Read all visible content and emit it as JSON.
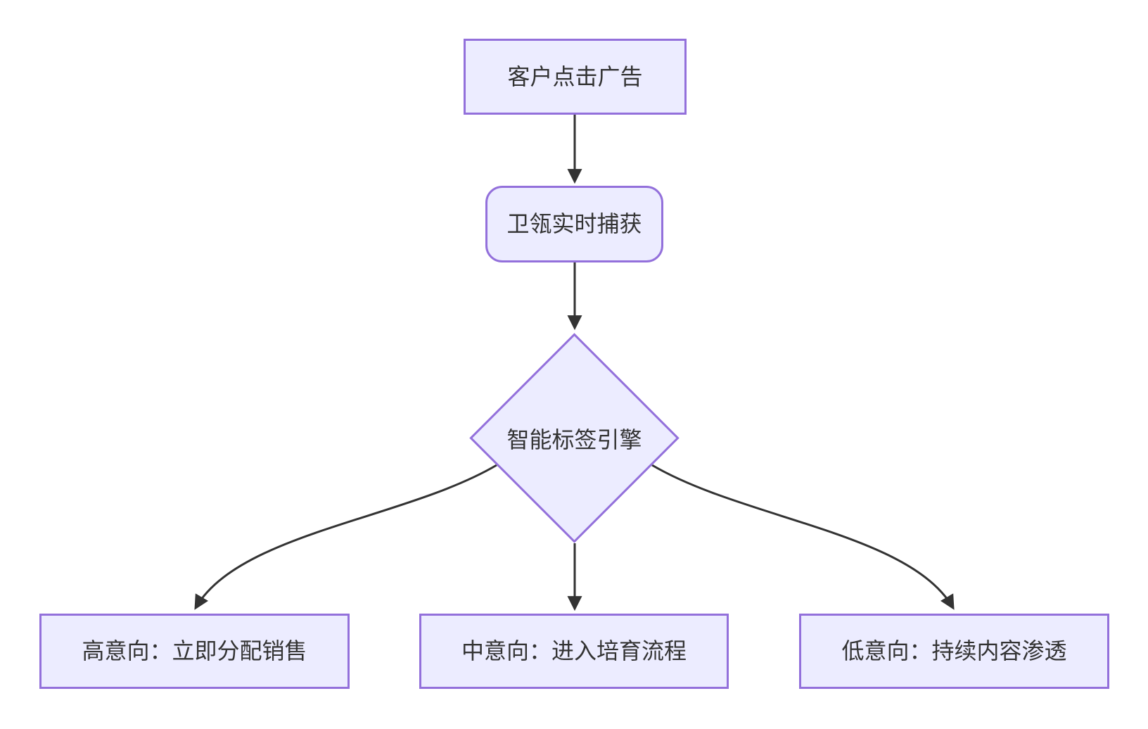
{
  "diagram": {
    "type": "flowchart",
    "direction": "top-down",
    "background_color": "#ffffff",
    "node_fill_color": "#ECECFF",
    "node_border_color": "#9370DB",
    "edge_color": "#333333",
    "text_color": "#333333",
    "nodes": {
      "start": {
        "id": "start",
        "shape": "rectangle",
        "label": "客户点击广告"
      },
      "capture": {
        "id": "capture",
        "shape": "rounded-rectangle",
        "label": "卫瓴实时捕获"
      },
      "engine": {
        "id": "engine",
        "shape": "diamond",
        "label": "智能标签引擎"
      },
      "high": {
        "id": "high",
        "shape": "rectangle",
        "label": "高意向：立即分配销售"
      },
      "mid": {
        "id": "mid",
        "shape": "rectangle",
        "label": "中意向：进入培育流程"
      },
      "low": {
        "id": "low",
        "shape": "rectangle",
        "label": "低意向：持续内容渗透"
      }
    },
    "edges": [
      {
        "from": "start",
        "to": "capture",
        "style": "arrow",
        "label": ""
      },
      {
        "from": "capture",
        "to": "engine",
        "style": "arrow",
        "label": ""
      },
      {
        "from": "engine",
        "to": "high",
        "style": "arrow",
        "label": ""
      },
      {
        "from": "engine",
        "to": "mid",
        "style": "arrow",
        "label": ""
      },
      {
        "from": "engine",
        "to": "low",
        "style": "arrow",
        "label": ""
      }
    ]
  }
}
